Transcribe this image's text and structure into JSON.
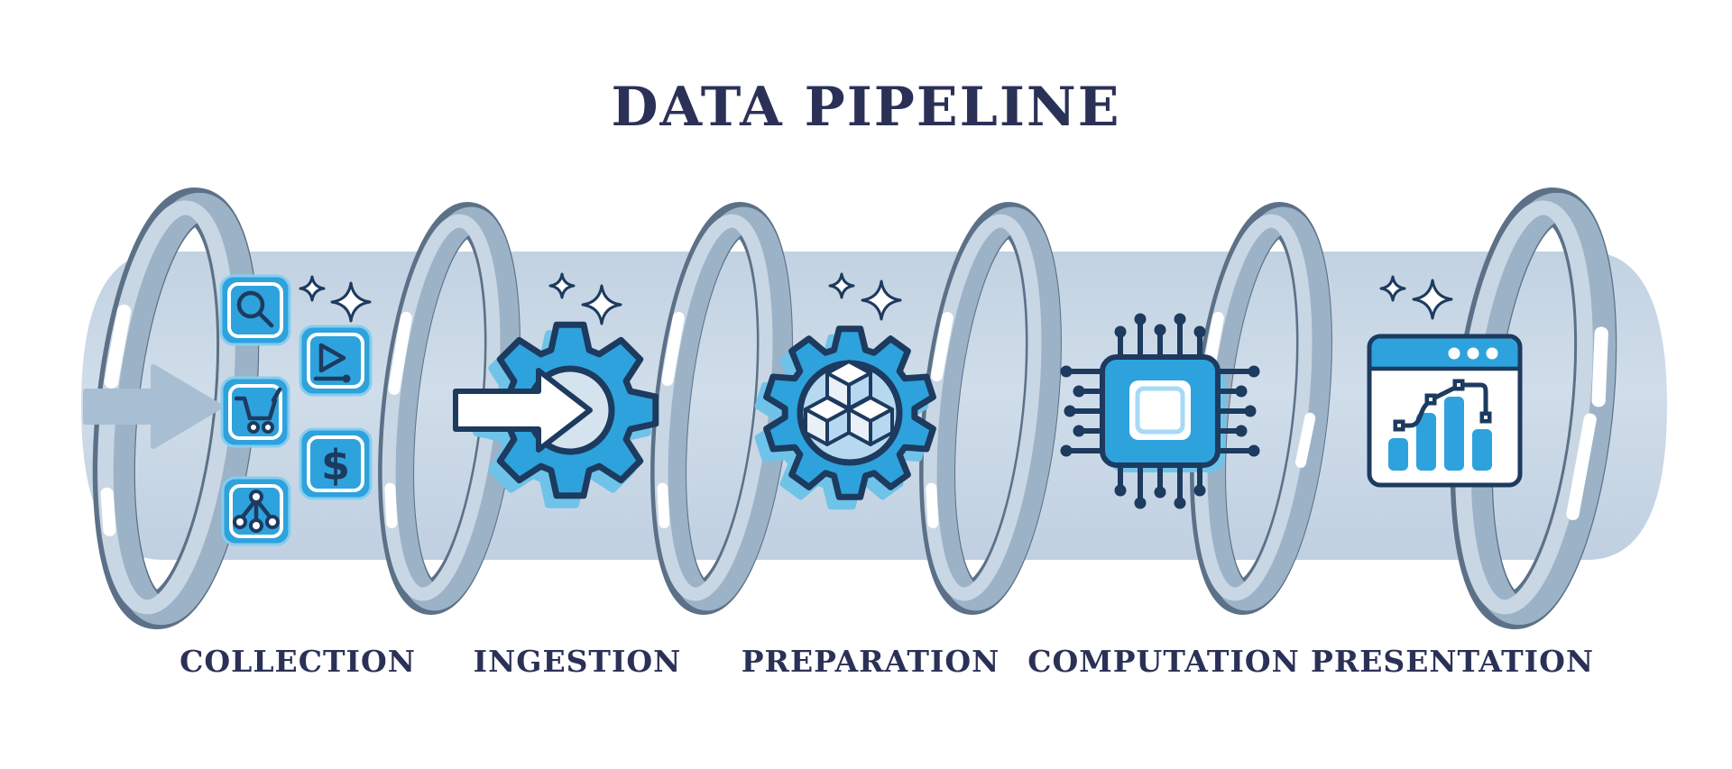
{
  "title": "DATA PIPELINE",
  "stages": [
    {
      "label": "COLLECTION",
      "icons": [
        "search-icon",
        "video-play-icon",
        "shopping-cart-icon",
        "dollar-icon",
        "network-nodes-icon",
        "sparkles-icon"
      ]
    },
    {
      "label": "INGESTION",
      "icons": [
        "gear-arrow-icon",
        "sparkles-icon"
      ]
    },
    {
      "label": "PREPARATION",
      "icons": [
        "gear-cubes-icon",
        "sparkles-icon"
      ]
    },
    {
      "label": "COMPUTATION",
      "icons": [
        "microchip-icon"
      ]
    },
    {
      "label": "PRESENTATION",
      "icons": [
        "analytics-window-icon",
        "sparkles-icon"
      ]
    }
  ],
  "glyphs": {
    "dollar": "$"
  },
  "colors": {
    "background": "#ffffff",
    "pipe": "#c9d8e7",
    "pipe_arrow": "#a8bed3",
    "ring_face": "#9cb2c7",
    "ring_light": "#c9d6e4",
    "ring_outline": "#5c7187",
    "accent_blue": "#2ea2dc",
    "shadow_blue": "#6fc3e9",
    "outline_navy": "#1d3a5f",
    "text_navy": "#2b3156"
  }
}
